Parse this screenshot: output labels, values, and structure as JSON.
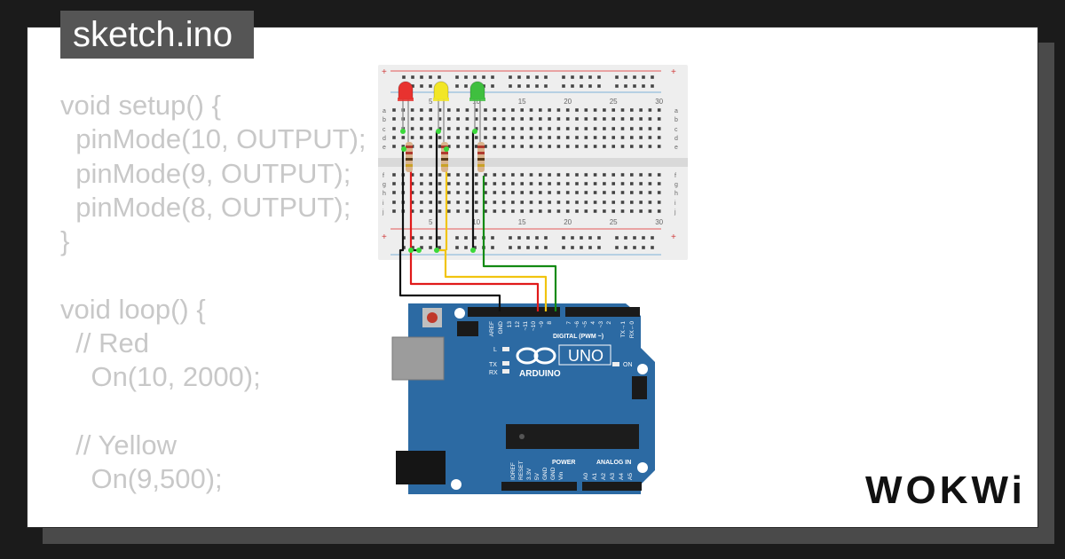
{
  "tab": {
    "filename": "sketch.ino"
  },
  "code_lines": [
    "void setup() {",
    "  pinMode(10, OUTPUT);",
    "  pinMode(9, OUTPUT);",
    "  pinMode(8, OUTPUT);",
    "}",
    "",
    "void loop() {",
    "  // Red",
    "    On(10, 2000);",
    "",
    "  // Yellow",
    "    On(9,500);"
  ],
  "breadboard": {
    "column_labels": [
      "5",
      "10",
      "15",
      "20",
      "25",
      "30"
    ],
    "row_labels_top": [
      "a",
      "b",
      "c",
      "d",
      "e"
    ],
    "row_labels_bottom": [
      "f",
      "g",
      "h",
      "i",
      "j"
    ]
  },
  "arduino": {
    "model": "UNO",
    "brand": "ARDUINO",
    "digital_header": "DIGITAL (PWM ~)",
    "digital_pins": [
      "AREF",
      "GND",
      "13",
      "12",
      "~11",
      "~10",
      "~9",
      "8",
      "7",
      "~6",
      "~5",
      "4",
      "~3",
      "2",
      "TX→1",
      "RX←0"
    ],
    "power_header": "POWER",
    "power_pins": [
      "IOREF",
      "RESET",
      "3.3V",
      "5V",
      "GND",
      "GND",
      "Vin"
    ],
    "analog_header": "ANALOG IN",
    "analog_pins": [
      "A0",
      "A1",
      "A2",
      "A3",
      "A4",
      "A5"
    ],
    "led_labels": {
      "l": "L",
      "tx": "TX",
      "rx": "RX",
      "on": "ON"
    }
  },
  "leds": [
    {
      "color": "red",
      "fill": "#e8322f"
    },
    {
      "color": "yellow",
      "fill": "#f2e626"
    },
    {
      "color": "green",
      "fill": "#3fbf3f"
    }
  ],
  "wires": {
    "black": "#111111",
    "red": "#e01a1a",
    "yellow": "#f1c40f",
    "green": "#138a13"
  },
  "logo": {
    "text": "WOKWi"
  }
}
